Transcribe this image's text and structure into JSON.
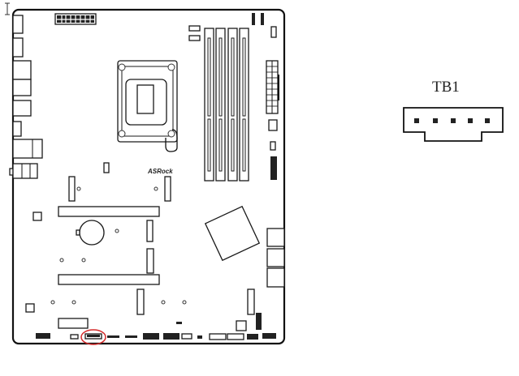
{
  "diagram": {
    "board_logo": "ASRock",
    "connector_label": "TB1",
    "connector_pin_count": 5,
    "highlight_color": "#d42a2a"
  }
}
